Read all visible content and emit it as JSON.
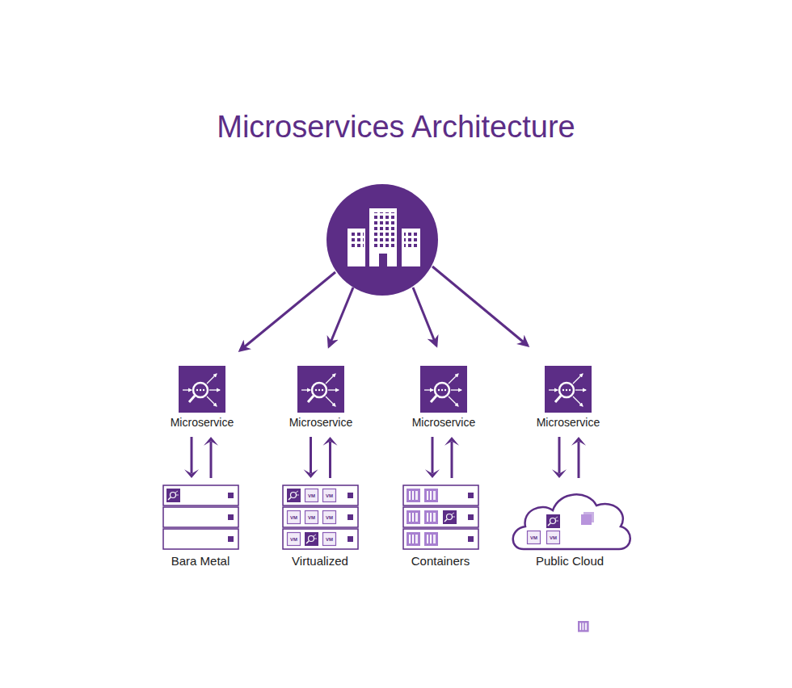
{
  "diagram": {
    "title": "Microservices Architecture",
    "nodes": [
      {
        "text": [
          "Microservice"
        ]
      },
      {
        "text": [
          "Microservice"
        ]
      },
      {
        "text": [
          "Microservice"
        ]
      },
      {
        "text": [
          "Microservice"
        ]
      },
      {
        "text": [
          "Bara Metal"
        ]
      },
      {
        "text": [
          "Virtualized"
        ]
      },
      {
        "text": [
          "Containers"
        ]
      },
      {
        "text": [
          "Public Cloud"
        ]
      }
    ],
    "edges": [
      {
        "from": 0,
        "to": 4,
        "arrow": "to"
      },
      {
        "from": 4,
        "to": 0,
        "arrow": "to"
      },
      {
        "from": 1,
        "to": 5,
        "arrow": "to"
      },
      {
        "from": 5,
        "to": 1,
        "arrow": "to"
      },
      {
        "from": 2,
        "to": 6,
        "arrow": "to"
      },
      {
        "from": 6,
        "to": 2,
        "arrow": "to"
      },
      {
        "from": 3,
        "to": 7,
        "arrow": "to"
      },
      {
        "from": 7,
        "to": 3,
        "arrow": "to"
      }
    ],
    "labels": [
      "VM",
      "VM",
      "VM",
      "VM",
      "VM",
      "VM",
      "VM",
      "VM",
      "VM"
    ]
  }
}
